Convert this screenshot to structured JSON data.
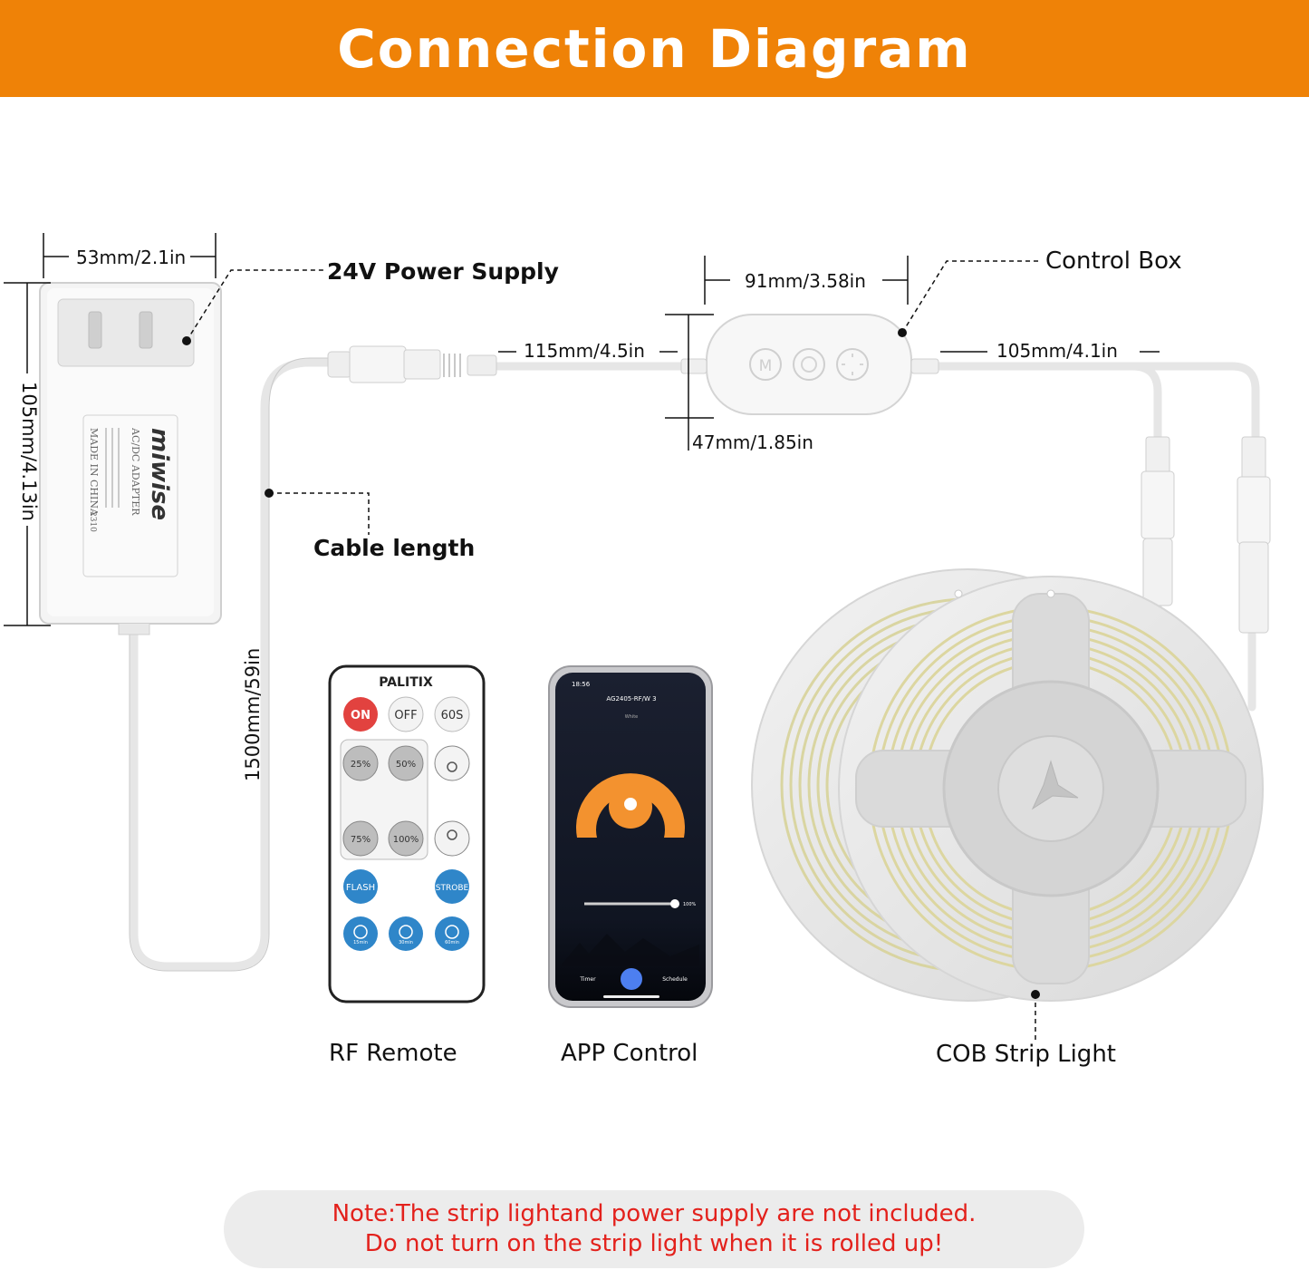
{
  "title": "Connection Diagram",
  "power_supply": {
    "label": "24V Power Supply",
    "width_dim": "53mm/2.1in",
    "height_dim": "105mm/4.13in",
    "brand": "miwise",
    "adapter_text": "AC/DC ADAPTER",
    "made_in": "MADE IN CHINA",
    "code": "2310"
  },
  "cable": {
    "label": "Cable length",
    "length_dim": "1500mm/59in"
  },
  "control_box": {
    "label": "Control Box",
    "width_dim": "91mm/3.58in",
    "height_dim": "47mm/1.85in",
    "lead_in_dim": "115mm/4.5in",
    "lead_out_dim": "105mm/4.1in",
    "button_m": "M"
  },
  "remote": {
    "caption": "RF Remote",
    "brand": "PALITIX",
    "on": "ON",
    "off": "OFF",
    "timer": "60S",
    "p25": "25%",
    "p50": "50%",
    "p75": "75%",
    "p100": "100%",
    "flash": "FLASH",
    "strobe": "STROBE",
    "t15": "15min",
    "t30": "30min",
    "t60": "60min"
  },
  "app": {
    "caption": "APP Control",
    "time": "18:56",
    "device": "AG2405-RF/W 3",
    "mode": "White",
    "brightness": "100%",
    "timer": "Timer",
    "schedule": "Schedule"
  },
  "strip": {
    "caption": "COB Strip Light"
  },
  "note": {
    "line1": "Note:The  strip lightand power supply are not included.",
    "line2": "Do not turn on the strip light when it is rolled up!"
  },
  "colors": {
    "banner": "#ef8207",
    "note_text": "#e3211c",
    "app_accent": "#f3922f"
  }
}
